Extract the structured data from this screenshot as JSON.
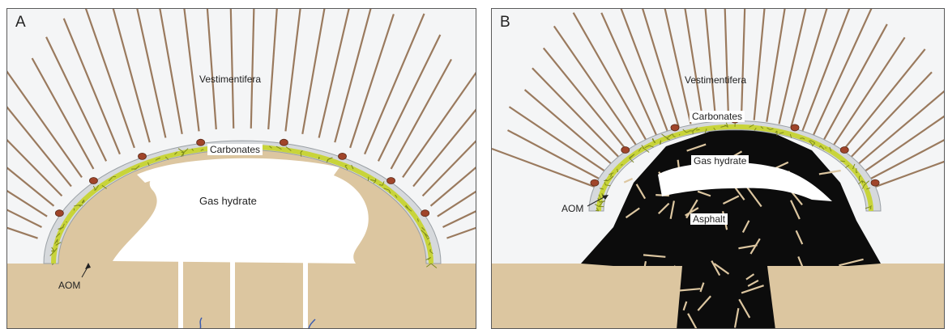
{
  "panels": [
    {
      "letter": "A",
      "labels": {
        "vestimentifera": "Vestimentifera",
        "carbonates": "Carbonates",
        "gas_hydrate": "Gas hydrate",
        "aom": "AOM"
      }
    },
    {
      "letter": "B",
      "labels": {
        "vestimentifera": "Vestimentifera",
        "carbonates": "Carbonates",
        "gas_hydrate": "Gas hydrate",
        "aom": "AOM",
        "asphalt": "Asphalt"
      }
    }
  ],
  "colors": {
    "sediment": "#dcc6a0",
    "tube_worm": "#9a7a5e",
    "worm_plume": "#a0452a",
    "carbonate": "#d6d9dc",
    "aom_microbial_mat": "#c8d43a",
    "gas_hydrate": "#ffffff",
    "asphalt": "#0c0c0c",
    "water": "#f4f5f6"
  }
}
